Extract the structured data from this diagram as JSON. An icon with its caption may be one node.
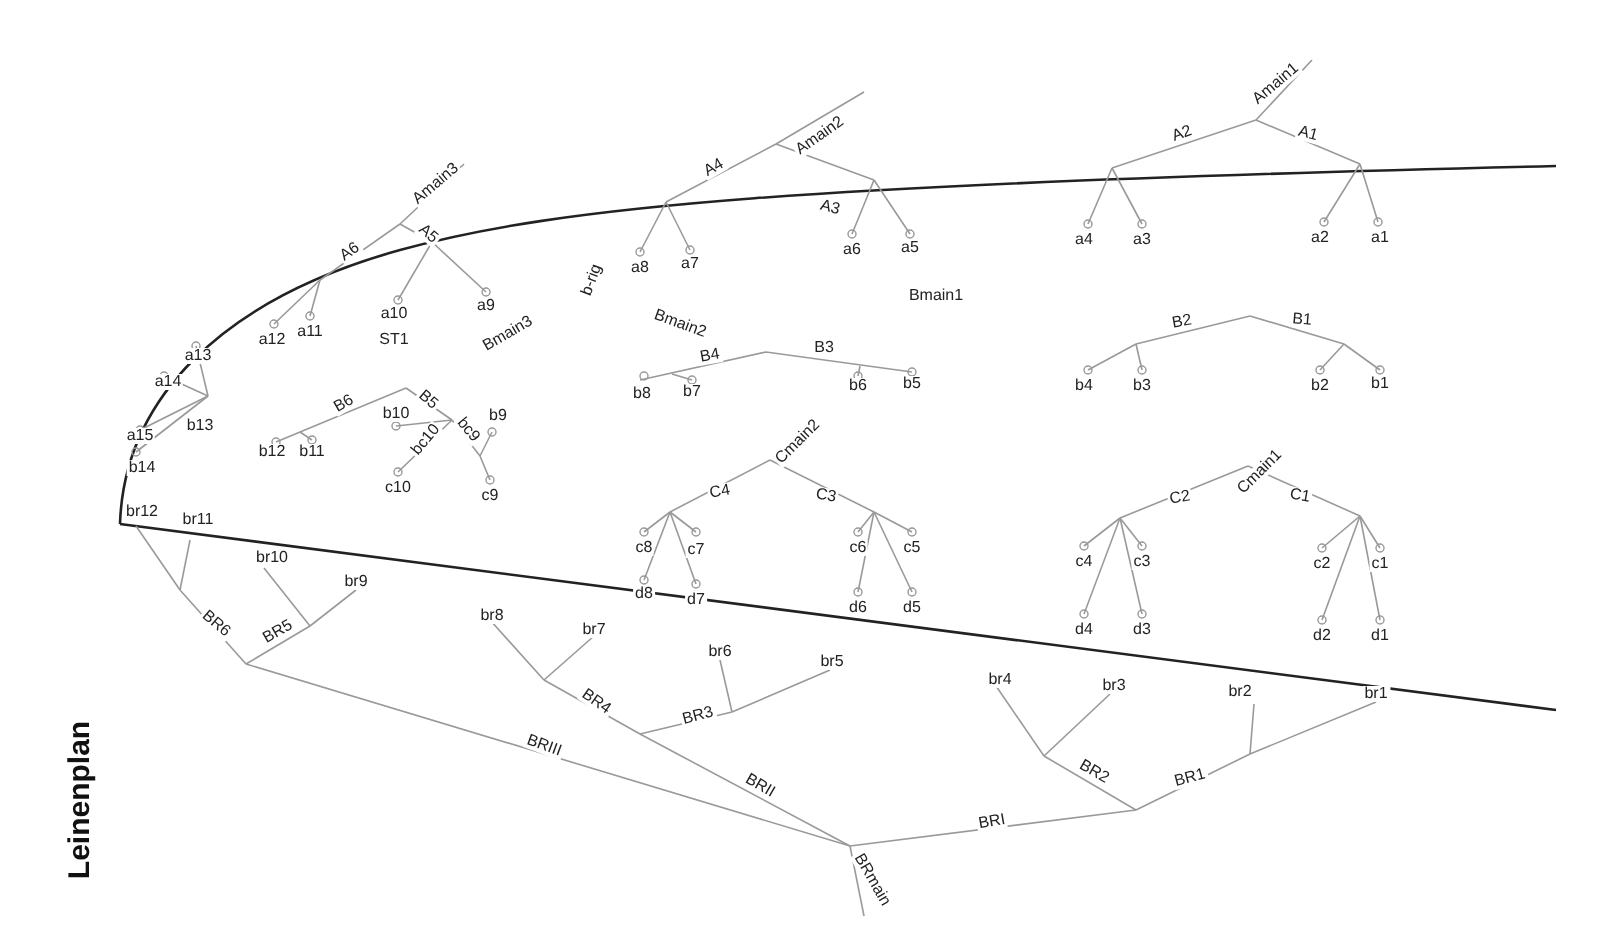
{
  "diagram": {
    "title": "Leinenplan",
    "labels": [
      "Amain3",
      "A6",
      "A5",
      "Amain2",
      "A4",
      "A3",
      "Amain1",
      "A2",
      "A1",
      "a12",
      "a11",
      "a10",
      "a9",
      "a8",
      "a7",
      "a6",
      "a5",
      "a4",
      "a3",
      "a2",
      "a1",
      "ST1",
      "Bmain3",
      "b-rig",
      "Bmain2",
      "Bmain1",
      "a13",
      "a14",
      "b13",
      "a15",
      "b14",
      "B6",
      "B5",
      "bc10",
      "bc9",
      "b10",
      "b9",
      "b12",
      "b11",
      "c10",
      "c9",
      "B4",
      "B3",
      "b8",
      "b7",
      "b6",
      "b5",
      "B2",
      "B1",
      "b4",
      "b3",
      "b2",
      "b1",
      "Cmain2",
      "C4",
      "C3",
      "c8",
      "c7",
      "d8",
      "d7",
      "c6",
      "c5",
      "d6",
      "d5",
      "Cmain1",
      "C2",
      "C1",
      "c4",
      "c3",
      "c2",
      "c1",
      "d4",
      "d3",
      "d2",
      "d1",
      "br12",
      "br11",
      "br10",
      "br9",
      "br8",
      "br7",
      "br6",
      "br5",
      "br4",
      "br3",
      "br2",
      "br1",
      "BR6",
      "BR5",
      "BR4",
      "BR3",
      "BRIII",
      "BRII",
      "BRI",
      "BR2",
      "BR1",
      "BRmain"
    ]
  }
}
